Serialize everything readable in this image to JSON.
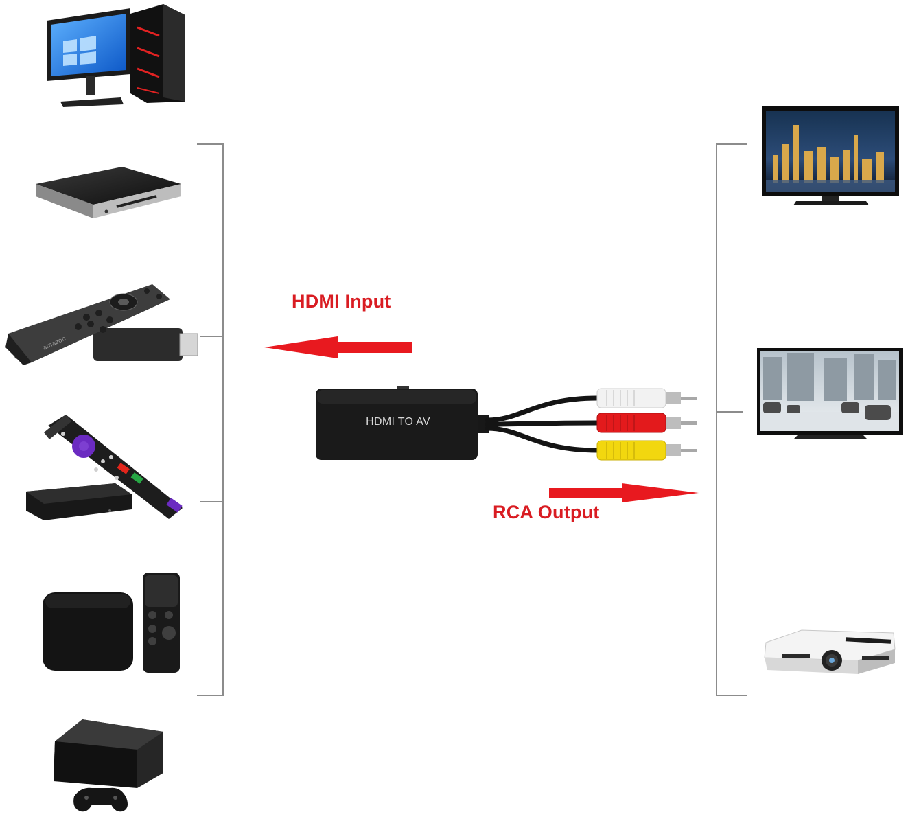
{
  "labels": {
    "input": "HDMI Input",
    "output": "RCA Output",
    "adapter": "HDMI TO AV"
  },
  "colors": {
    "arrow": "#e8191f",
    "label": "#d91c22",
    "bracket": "#8c8c8c",
    "adapter_body": "#1a1a1a",
    "rca_white": "#f2f2f2",
    "rca_red": "#e31a1c",
    "rca_yellow": "#f2d70f"
  },
  "input_devices": [
    {
      "icon": "desktop-computer-icon"
    },
    {
      "icon": "dvd-player-icon"
    },
    {
      "icon": "fire-tv-stick-icon"
    },
    {
      "icon": "roku-player-icon"
    },
    {
      "icon": "apple-tv-icon"
    },
    {
      "icon": "ps3-console-icon"
    }
  ],
  "output_devices": [
    {
      "icon": "tv-city-night-icon"
    },
    {
      "icon": "tv-snowy-street-icon"
    },
    {
      "icon": "projector-icon"
    }
  ]
}
